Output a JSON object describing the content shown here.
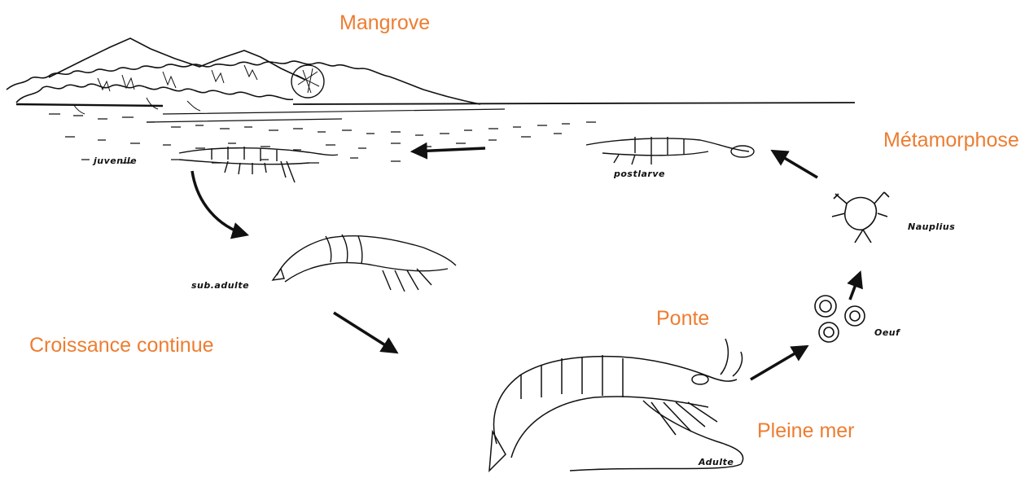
{
  "phases": {
    "mangrove": "Mangrove",
    "metamorphose": "Métamorphose",
    "ponte": "Ponte",
    "croissance": "Croissance continue",
    "pleine_mer": "Pleine mer"
  },
  "stages": {
    "juvenile": "juvenile",
    "postlarve": "postlarve",
    "nauplius": "Nauplius",
    "sub_adulte": "sub.adulte",
    "oeuf": "Oeuf",
    "adulte": "Adulte"
  },
  "colors": {
    "phase_label": "#ed7d31",
    "ink": "#111111"
  }
}
